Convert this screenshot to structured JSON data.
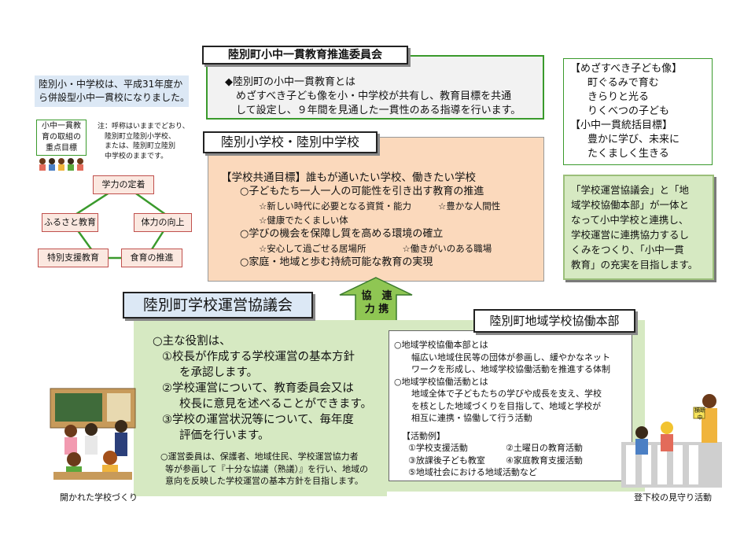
{
  "committee": {
    "title": "陸別町小中一貫教育推進委員会",
    "lines": [
      "◆陸別町の小中一貫教育とは",
      "めざすべき子ども像を小・中学校が共有し、教育目標を共通",
      "して設定し、９年間を見通した一貫性のある指導を行います。"
    ]
  },
  "left_note": {
    "text1": "陸別小・中学校は、平成31年度か",
    "text2": "ら併設型小中一貫校になりました。"
  },
  "focus_label": {
    "l1": "小中一貫教",
    "l2": "育の取組の",
    "l3": "重点目標"
  },
  "name_note": {
    "l1": "注：呼称はいままでどおり、",
    "l2": "陸別町立陸別小学校、",
    "l3": "または、陸別町立陸別",
    "l4": "中学校のままです。"
  },
  "goals_diagram": {
    "top": "学力の定着",
    "left": "ふるさと教育",
    "right": "体力の向上",
    "bottom_left": "特別支援教育",
    "bottom_right": "食育の推進"
  },
  "vision": {
    "h1": "【めざすべき子ども像】",
    "v1": "町ぐるみで育む",
    "v2": "きらりと光る",
    "v3": "りくべつの子ども",
    "h2": "【小中一貫統括目標】",
    "g1": "豊かに学び、未来に",
    "g2": "たくましく生きる"
  },
  "council_desc": {
    "l1": "「学校運営協議会」と「地",
    "l2": "域学校協働本部」が一体と",
    "l3": "なって小中学校と連携し、",
    "l4": "学校運営に連携協力するし",
    "l5": "くみをつくり、「小中一貫",
    "l6": "教育」の充実を目指します。"
  },
  "schools": {
    "title": "陸別小学校・陸別中学校",
    "goal": "【学校共通目標】誰もが通いたい学校、働きたい学校",
    "p1": "○子どもたち一人一人の可能性を引き出す教育の推進",
    "p1a": "☆新しい時代に必要となる資質・能力",
    "p1b": "☆豊かな人間性",
    "p1c": "☆健康でたくましい体",
    "p2": "○学びの機会を保障し質を高める環境の確立",
    "p2a": "☆安心して過ごせる居場所",
    "p2b": "☆働きがいのある職場",
    "p3": "○家庭・地域と歩む持続可能な教育の実現"
  },
  "arrow": {
    "l1": "協　連",
    "l2": "力 携"
  },
  "management": {
    "title": "陸別町学校運営協議会",
    "role_head": "○主な役割は、",
    "r1a": "①校長が作成する学校運営の基本方針",
    "r1b": "を承認します。",
    "r2a": "②学校運営について、教育委員会又は",
    "r2b": "校長に意見を述べることができます。",
    "r3a": "③学校の運営状況等について、毎年度",
    "r3b": "評価を行います。",
    "n1": "○運営委員は、保護者、地域住民、学校運営協力者",
    "n2": "等が参画して『十分な協議（熟議）』を行い、地域の",
    "n3": "意向を反映した学校運営の基本方針を目指します。",
    "caption": "開かれた学校づくり"
  },
  "cooperation": {
    "title": "陸別町地域学校協働本部",
    "a_head": "○地域学校協働本部とは",
    "a1": "幅広い地域住民等の団体が参画し、緩やかなネット",
    "a2": "ワークを形成し、地域学校協働活動を推進する体制",
    "b_head": "○地域学校協働活動とは",
    "b1": "地域全体で子どもたちの学びや成長を支え、学校",
    "b2": "を核とした地域づくりを目指して、地域と学校が",
    "b3": "相互に連携・協働して行う活動",
    "ex_head": "【活動例】",
    "e1": "①学校支援活動",
    "e2": "②土曜日の教育活動",
    "e3": "③放課後子ども教室",
    "e4": "④家庭教育支援活動",
    "e5": "⑤地域社会における地域活動など",
    "caption": "登下校の見守り活動",
    "sign": "横断中"
  },
  "colors": {
    "green": "#3a9a2c",
    "peach": "#fbd9bc",
    "light_green": "#d6e9c2",
    "light_gray": "#f2f2f2",
    "arrow_green": "#8fc653"
  }
}
